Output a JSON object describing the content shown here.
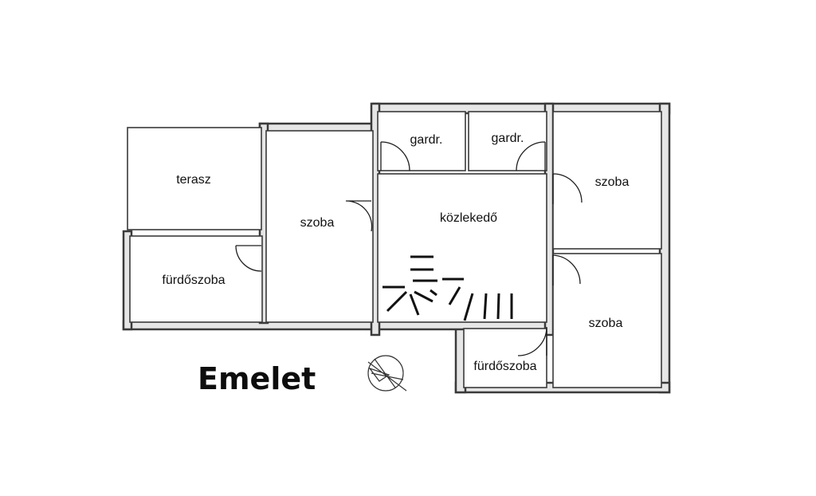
{
  "floor_title": "Emelet",
  "rooms": {
    "terasz": "terasz",
    "szoba_left": "szoba",
    "bath_left": "fürdőszoba",
    "gardr_1": "gardr.",
    "gardr_2": "gardr.",
    "hall": "közlekedő",
    "szoba_top_right": "szoba",
    "szoba_bottom_right": "szoba",
    "bath_bottom": "fürdőszoba"
  }
}
